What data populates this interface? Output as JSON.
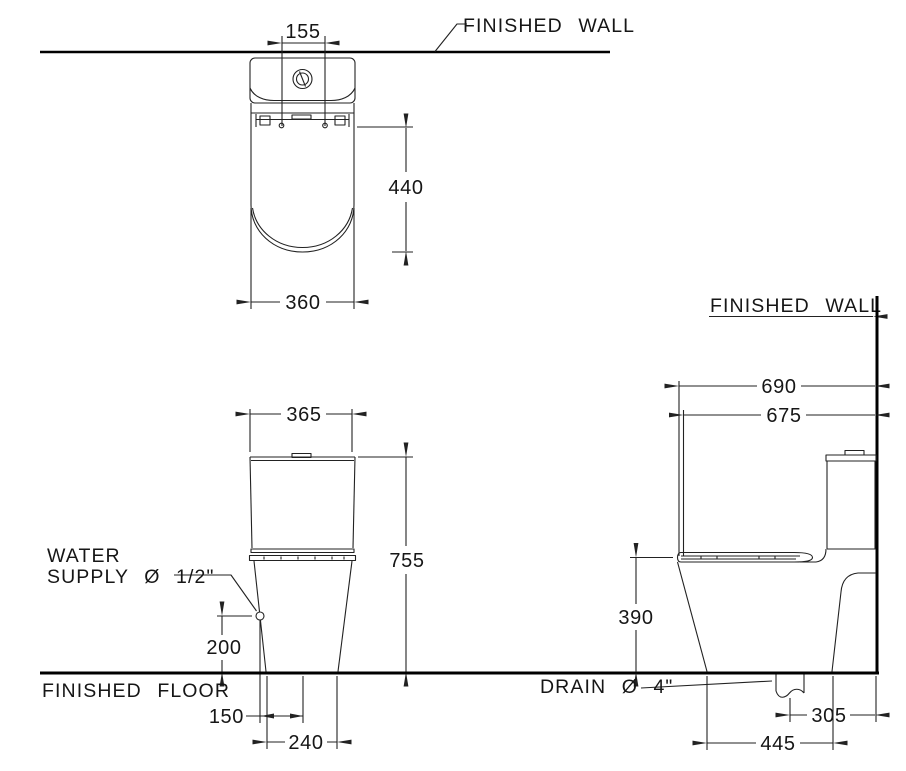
{
  "colors": {
    "line": "#222222",
    "heavy_line": "#000000",
    "background": "#ffffff",
    "text": "#161616"
  },
  "top_view": {
    "finished_wall": "FINISHED WALL",
    "dim_155": "155",
    "dim_440": "440",
    "dim_360": "360"
  },
  "front_view": {
    "dim_365": "365",
    "dim_755": "755",
    "dim_200": "200",
    "dim_150": "150",
    "dim_240": "240",
    "water_supply_line1": "WATER",
    "water_supply_line2": "SUPPLY Ø 1/2\"",
    "finished_floor": "FINISHED FLOOR"
  },
  "side_view": {
    "finished_wall": "FINISHED WALL",
    "dim_690": "690",
    "dim_675": "675",
    "dim_390": "390",
    "dim_305": "305",
    "dim_445": "445",
    "drain": "DRAIN Ø 4\""
  }
}
